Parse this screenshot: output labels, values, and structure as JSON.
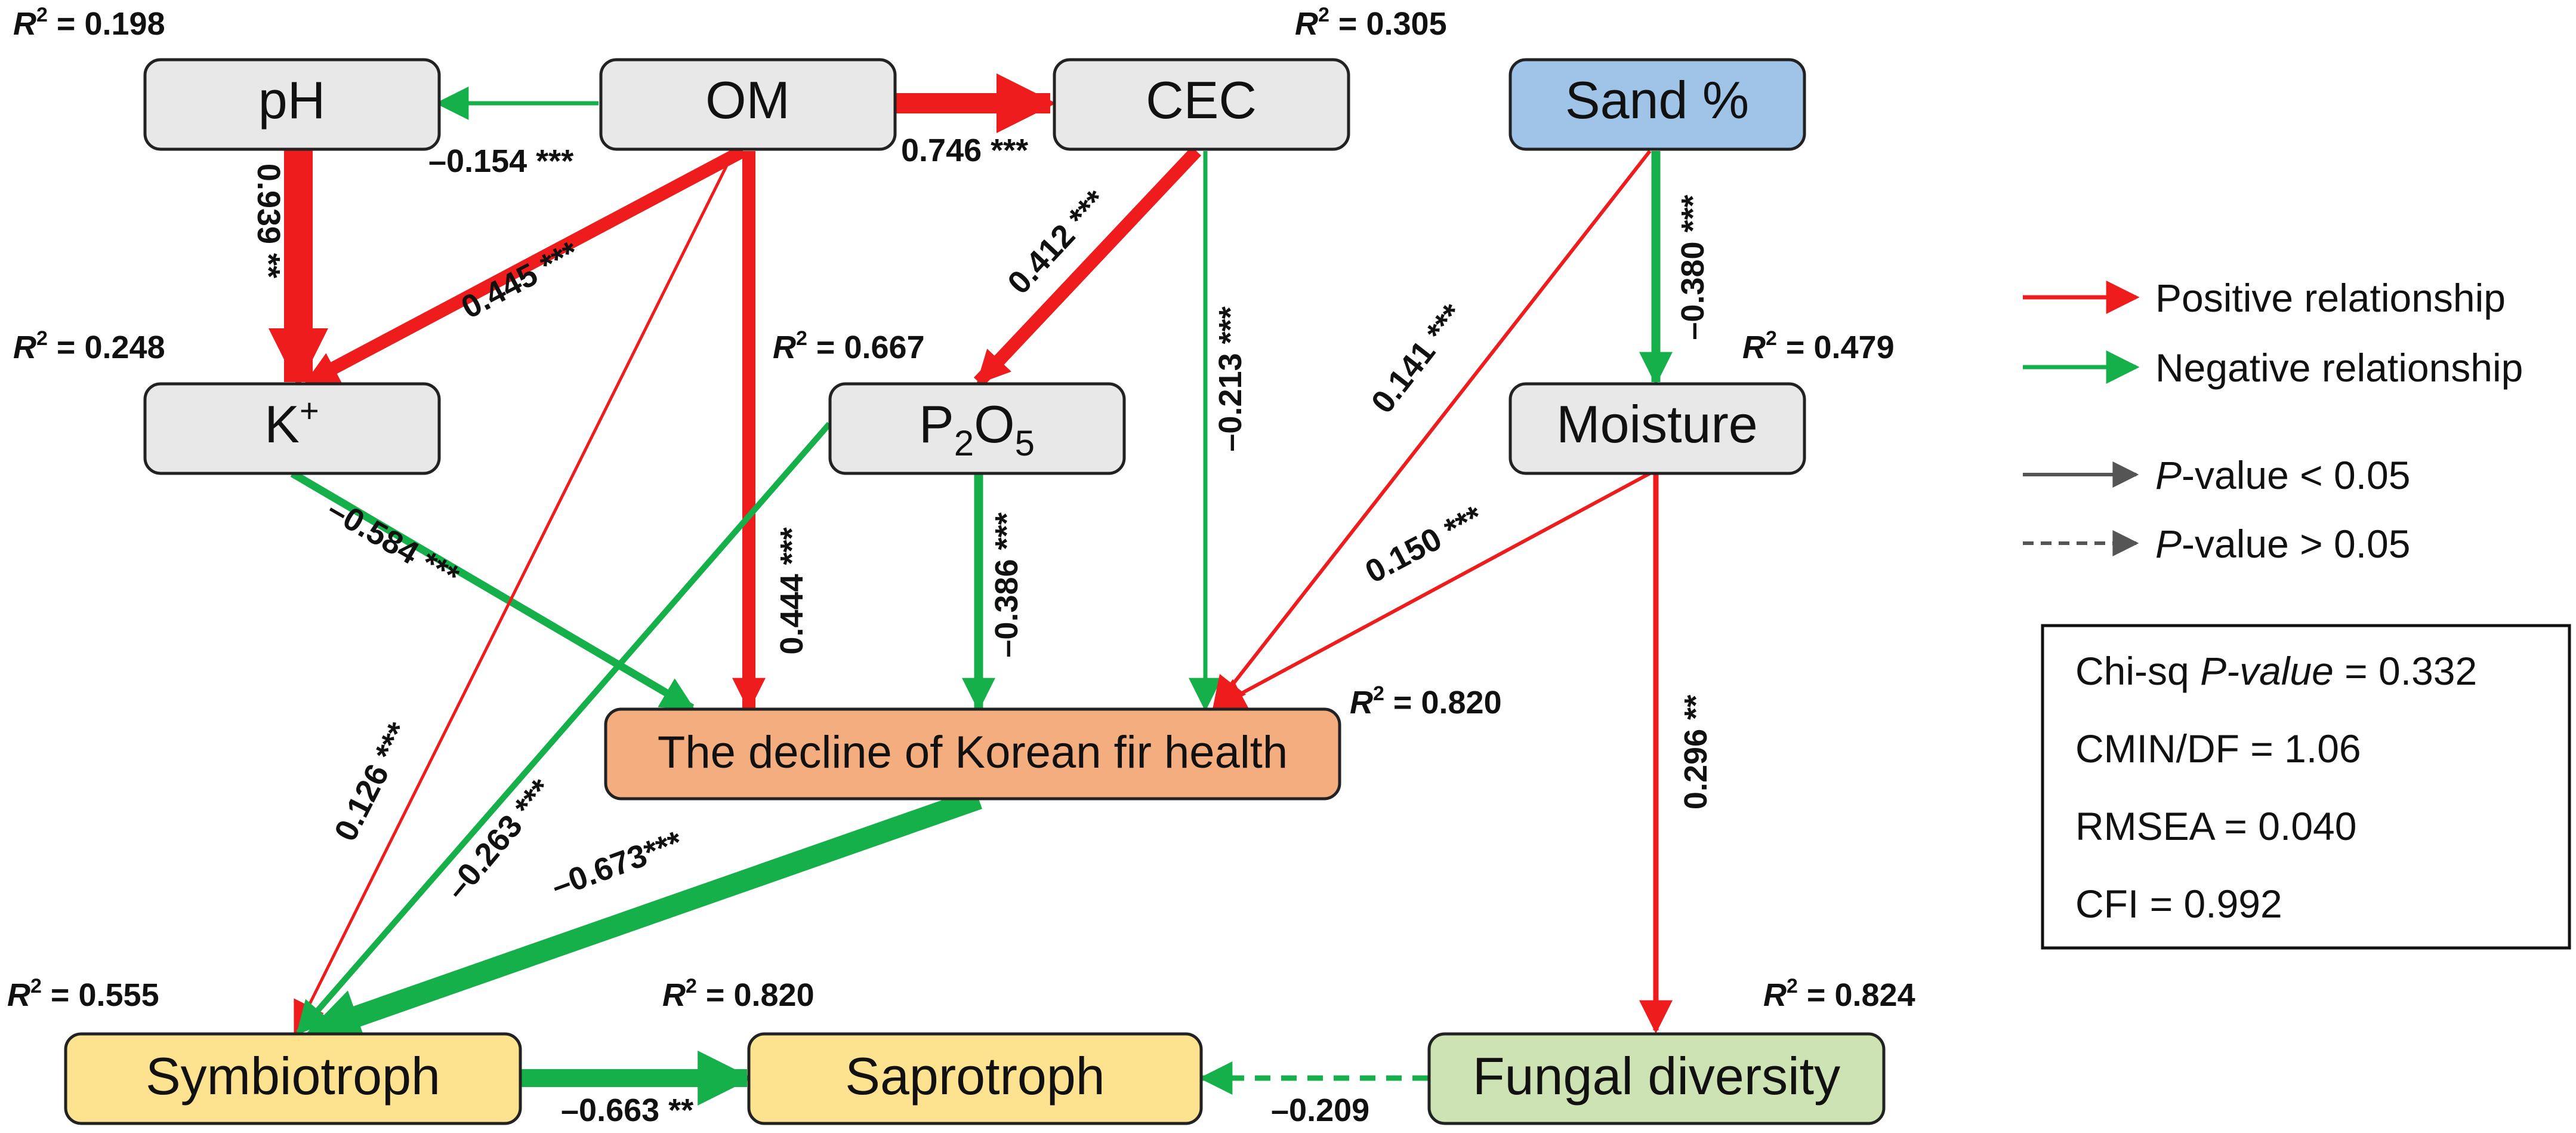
{
  "colors": {
    "positive": "#ee1c1c",
    "negative": "#16b04b",
    "grey_box": "#e8e8e8",
    "sand_box": "#9fc4e8",
    "decline_box": "#f4ad7f",
    "trophic_box": "#fde38f",
    "fungal_box": "#cde3b4",
    "neutral_arrow": "#555555"
  },
  "nodes": {
    "ph": "pH",
    "om": "OM",
    "cec": "CEC",
    "sand": "Sand %",
    "k": "K",
    "k_sup": "+",
    "p2o5_p": "P",
    "p2o5_2": "2",
    "p2o5_o": "O",
    "p2o5_5": "5",
    "moisture": "Moisture",
    "decline": "The decline of Korean fir health",
    "symbiotroph": "Symbiotroph",
    "saprotroph": "Saprotroph",
    "fungal": "Fungal diversity"
  },
  "r2": {
    "symbol": "R",
    "exp": "2",
    "ph": " = 0.198",
    "cec": " = 0.305",
    "k": " = 0.248",
    "p2o5": " = 0.667",
    "moisture": " = 0.479",
    "decline": " = 0.820",
    "symbiotroph": " = 0.555",
    "saprotroph": " = 0.820",
    "fungal": " = 0.824"
  },
  "paths": {
    "om_ph": "–0.154 ***",
    "om_cec": "0.746 ***",
    "ph_k": "0.939 **",
    "om_k": "0.445 ***",
    "cec_p2o5": "0.412 ***",
    "cec_decline": "–0.213 ***",
    "sand_moisture": "–0.380 ***",
    "sand_decline": "0.141 ***",
    "moisture_decline": "0.150 ***",
    "k_decline": "–0.584 ***",
    "om_decline": "0.444 ***",
    "p2o5_decline": "–0.386 ***",
    "om_symbiotroph": "0.126 ***",
    "p2o5_symbiotroph": "–0.263 ***",
    "decline_symbiotroph": "–0.673***",
    "moisture_fungal": "0.296 **",
    "symbiotroph_saprotroph": "–0.663 **",
    "fungal_saprotroph": "–0.209"
  },
  "legend": {
    "positive": "Positive relationship",
    "negative": "Negative relationship",
    "p_var": "P",
    "sig_rest": "-value  <  0.05",
    "nonsig_rest": "-value  >  0.05"
  },
  "fit": {
    "chisq_prefix": "Chi-sq ",
    "chisq_italic": "P-value",
    "chisq_value": " = 0.332",
    "cmin": "CMIN/DF = 1.06",
    "rmsea": "RMSEA = 0.040",
    "cfi": "CFI = 0.992"
  }
}
